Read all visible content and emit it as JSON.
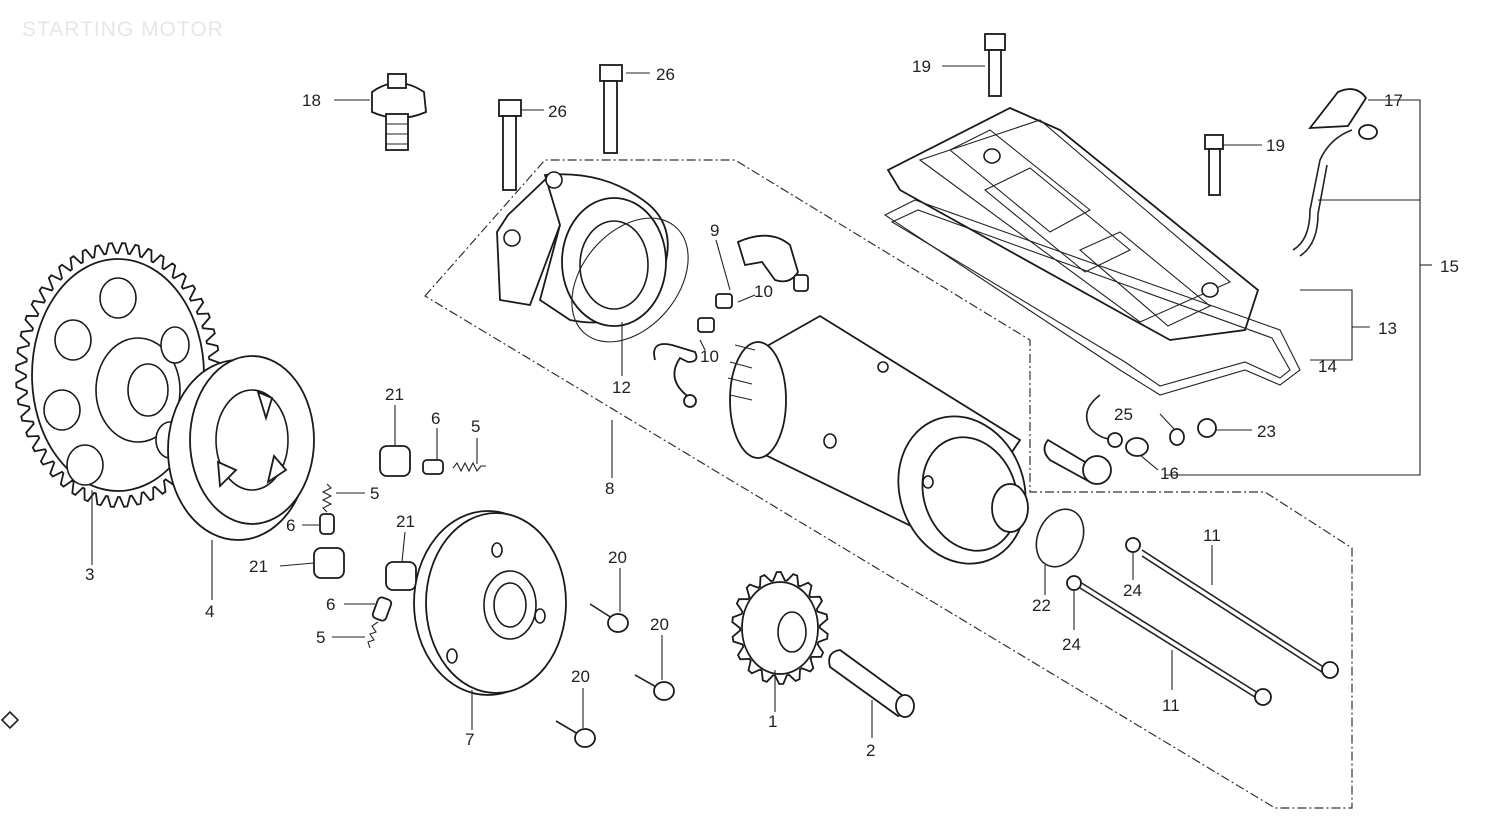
{
  "diagram": {
    "title": "STARTING MOTOR",
    "colors": {
      "line": "#222222",
      "background": "#ffffff",
      "title": "#e6e6e6"
    },
    "callouts": [
      {
        "id": "c1",
        "text": "1"
      },
      {
        "id": "c2",
        "text": "2"
      },
      {
        "id": "c3",
        "text": "3"
      },
      {
        "id": "c4",
        "text": "4"
      },
      {
        "id": "c5a",
        "text": "5"
      },
      {
        "id": "c5b",
        "text": "5"
      },
      {
        "id": "c5c",
        "text": "5"
      },
      {
        "id": "c6a",
        "text": "6"
      },
      {
        "id": "c6b",
        "text": "6"
      },
      {
        "id": "c6c",
        "text": "6"
      },
      {
        "id": "c7",
        "text": "7"
      },
      {
        "id": "c8",
        "text": "8"
      },
      {
        "id": "c9",
        "text": "9"
      },
      {
        "id": "c10a",
        "text": "10"
      },
      {
        "id": "c10b",
        "text": "10"
      },
      {
        "id": "c11a",
        "text": "11"
      },
      {
        "id": "c11b",
        "text": "11"
      },
      {
        "id": "c12",
        "text": "12"
      },
      {
        "id": "c13",
        "text": "13"
      },
      {
        "id": "c14",
        "text": "14"
      },
      {
        "id": "c15",
        "text": "15"
      },
      {
        "id": "c16",
        "text": "16"
      },
      {
        "id": "c17",
        "text": "17"
      },
      {
        "id": "c18",
        "text": "18"
      },
      {
        "id": "c19a",
        "text": "19"
      },
      {
        "id": "c19b",
        "text": "19"
      },
      {
        "id": "c20a",
        "text": "20"
      },
      {
        "id": "c20b",
        "text": "20"
      },
      {
        "id": "c20c",
        "text": "20"
      },
      {
        "id": "c21a",
        "text": "21"
      },
      {
        "id": "c21b",
        "text": "21"
      },
      {
        "id": "c21c",
        "text": "21"
      },
      {
        "id": "c22",
        "text": "22"
      },
      {
        "id": "c23",
        "text": "23"
      },
      {
        "id": "c24a",
        "text": "24"
      },
      {
        "id": "c24b",
        "text": "24"
      },
      {
        "id": "c25",
        "text": "25"
      },
      {
        "id": "c26a",
        "text": "26"
      },
      {
        "id": "c26b",
        "text": "26"
      }
    ]
  }
}
